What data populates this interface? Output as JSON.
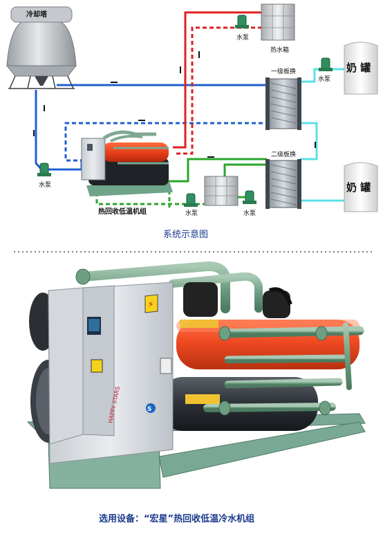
{
  "top_diagram": {
    "cooling_tower": "冷却塔",
    "pump": "水泵",
    "hot_water_tank": "热水箱",
    "plate_hx_1": "一级板换",
    "plate_hx_2": "二级板换",
    "milk_tank": "奶  罐",
    "chiller_unit": "热回收低温机组",
    "caption": "系统示意图"
  },
  "pipe_colors": {
    "cooling_water": "#1f5fd0",
    "hot_water": "#e02020",
    "chilled_loop": "#2aa52a",
    "milk_loop": "#5ce0e6"
  },
  "photo": {
    "brand_badge": "HAPPY STARS",
    "caption_prefix": "选用设备：",
    "caption_brand": "“宏星”",
    "caption_product": "热回收低温冷水机组"
  }
}
